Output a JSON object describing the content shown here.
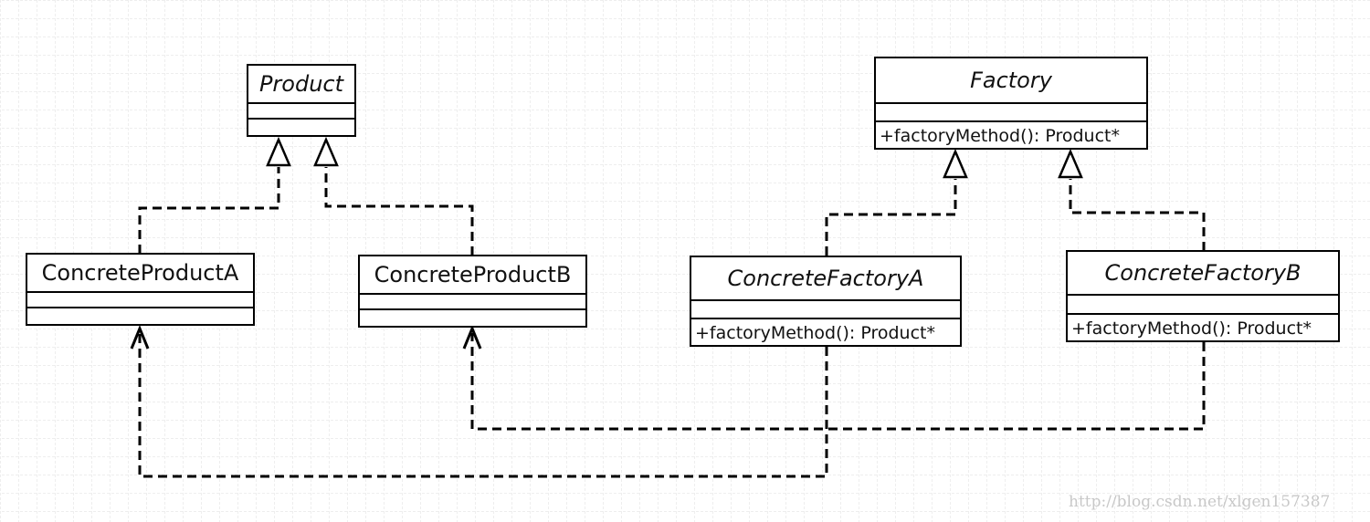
{
  "classes": {
    "product": {
      "name": "Product"
    },
    "concrete_product_a": {
      "name": "ConcreteProductA"
    },
    "concrete_product_b": {
      "name": "ConcreteProductB"
    },
    "factory": {
      "name": "Factory",
      "operation": "+factoryMethod(): Product*"
    },
    "concrete_factory_a": {
      "name": "ConcreteFactoryA",
      "operation": "+factoryMethod(): Product*"
    },
    "concrete_factory_b": {
      "name": "ConcreteFactoryB",
      "operation": "+factoryMethod(): Product*"
    }
  },
  "relations": [
    {
      "type": "realization",
      "from": "ConcreteProductA",
      "to": "Product"
    },
    {
      "type": "realization",
      "from": "ConcreteProductB",
      "to": "Product"
    },
    {
      "type": "realization",
      "from": "ConcreteFactoryA",
      "to": "Factory"
    },
    {
      "type": "realization",
      "from": "ConcreteFactoryB",
      "to": "Factory"
    },
    {
      "type": "dependency",
      "from": "ConcreteFactoryA",
      "to": "ConcreteProductA"
    },
    {
      "type": "dependency",
      "from": "ConcreteFactoryB",
      "to": "ConcreteProductB"
    }
  ],
  "watermark": "http://blog.csdn.net/xlgen157387",
  "colors": {
    "grid": "#dcdcdc",
    "line": "#000000",
    "background": "#ffffff"
  }
}
